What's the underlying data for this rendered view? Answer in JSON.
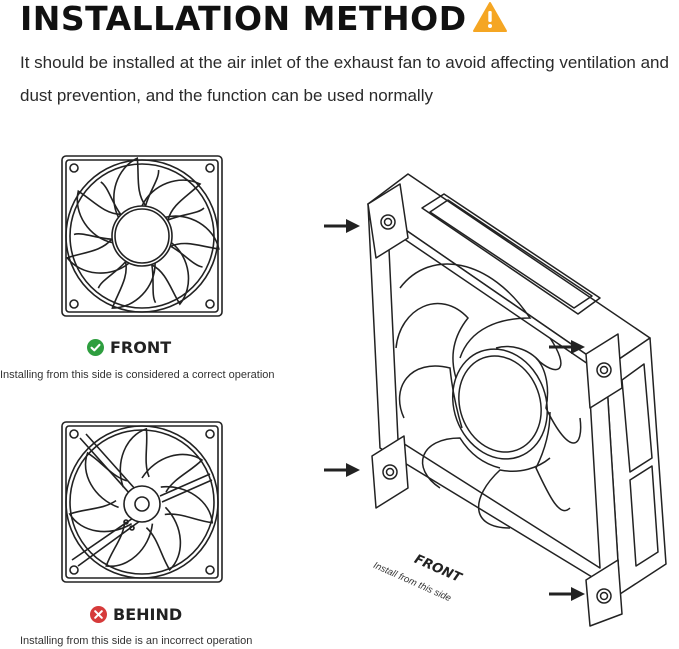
{
  "header": {
    "title": "INSTALLATION METHOD",
    "warning_icon": "warning-triangle-icon",
    "warning_color": "#f5a623"
  },
  "description": "It should be installed at the air inlet of the exhaust fan to avoid affecting ventilation and dust prevention, and the function can be used normally",
  "front_panel": {
    "icon": "check-circle-icon",
    "icon_color": "#2e9e3f",
    "label": "FRONT",
    "note": "Installing from this side is considered a correct operation"
  },
  "behind_panel": {
    "icon": "x-circle-icon",
    "icon_color": "#d63a3a",
    "label": "BEHIND",
    "note": "Installing from this side is an incorrect operation"
  },
  "isometric": {
    "front_tag": "FRONT",
    "front_sub": "Install from this side"
  }
}
